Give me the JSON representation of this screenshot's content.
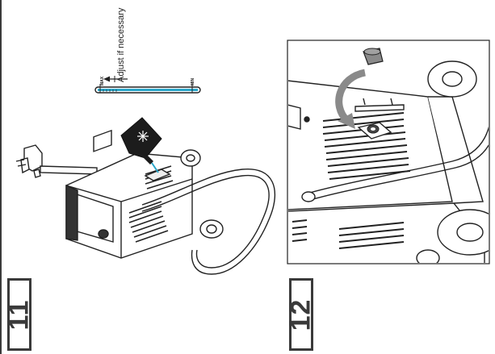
{
  "steps": {
    "step11": {
      "number": "11"
    },
    "step12": {
      "number": "12"
    }
  },
  "gauge": {
    "instruction": "Adjust if necessary",
    "max_label": "MAX",
    "min_label": "MIN"
  },
  "icons": {
    "coolant": "snowflake-icon",
    "direction": "curved-arrow-icon"
  },
  "colors": {
    "coolant_fill": "#2aa6c9",
    "line": "#222222",
    "frame": "#3a3a3a",
    "cap": "#8a8a8a"
  }
}
